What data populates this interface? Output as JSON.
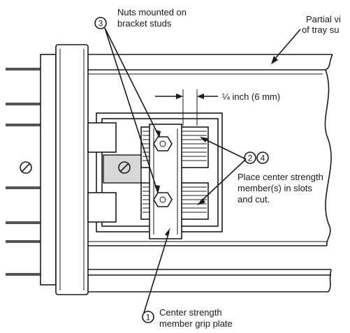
{
  "labels": {
    "nuts_line1": "Nuts mounted on",
    "nuts_line2": "bracket studs",
    "partial_line1": "Partial vi",
    "partial_line2": "of tray su",
    "dimension": "¼ inch (6 mm)",
    "place_line1": "Place center strength",
    "place_line2": "member(s) in slots",
    "place_line3": "and cut.",
    "grip_line1": "Center strength",
    "grip_line2": "member grip plate"
  },
  "callouts": {
    "nuts": "3",
    "place_a": "2",
    "place_b": "4",
    "grip": "1"
  }
}
